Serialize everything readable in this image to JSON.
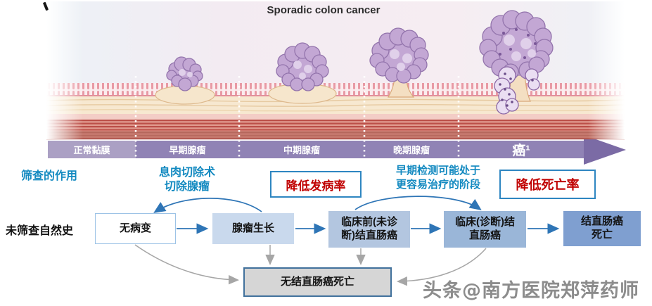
{
  "illustration": {
    "title": "Sporadic colon cancer",
    "stages": [
      {
        "label": "正常黏膜"
      },
      {
        "label": "早期腺瘤"
      },
      {
        "label": "中期腺瘤"
      },
      {
        "label": "晚期腺瘤"
      },
      {
        "label": "癌¹"
      }
    ]
  },
  "annotations": {
    "screening_role": "筛查的作用",
    "polypectomy": "息肉切除术\n切除腺瘤",
    "reduce_incidence": "降低发病率",
    "early_detection": "早期检测可能处于\n更容易治疗的阶段",
    "reduce_mortality": "降低死亡率"
  },
  "flow": {
    "row_label": "未筛查自然史",
    "boxes": [
      {
        "label": "无病变"
      },
      {
        "label": "腺瘤生长"
      },
      {
        "label": "临床前(未诊\n断)结直肠癌"
      },
      {
        "label": "临床(诊断)结\n直肠癌"
      },
      {
        "label": "结直肠癌\n死亡"
      },
      {
        "label": "无结直肠癌死亡"
      }
    ]
  },
  "watermark": "头条@南方医院郑萍药师",
  "colors": {
    "teal_text": "#1289c0",
    "red_text": "#c00000",
    "badge_border_blue": "#2e86c1",
    "timeline_purple": "#9083b5",
    "timeline_normal_segment": "#aba0c4",
    "timeline_arrowhead": "#7b6ba5",
    "flow_arrow_blue": "#2e75b6",
    "flow_arrow_gray": "#a6a6a6",
    "box_fills": [
      "#ffffff",
      "#c9d9ed",
      "#b3c6e0",
      "#9ab6d8",
      "#7f9fd0",
      "#d6d6d6"
    ]
  }
}
